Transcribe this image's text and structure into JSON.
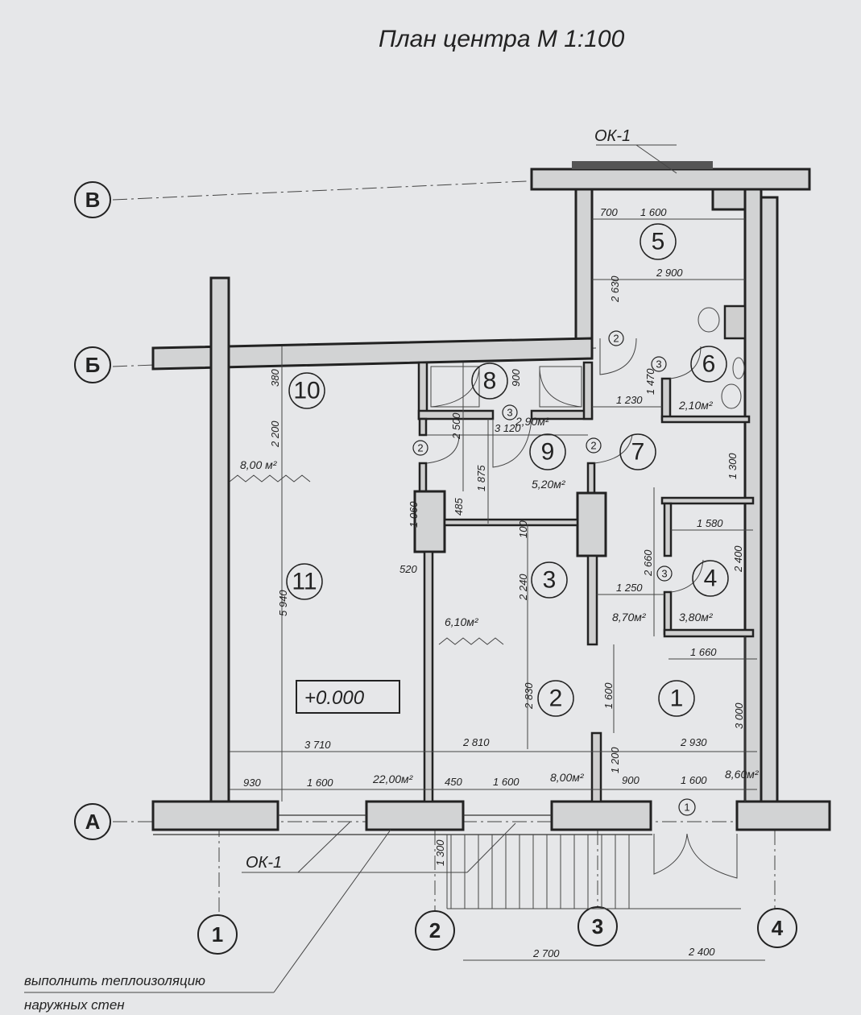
{
  "title": "План центра М 1:100",
  "window_mark": "ОК-1",
  "elevation": "+0.000",
  "note": [
    "выполнить теплоизоляцию",
    "наружных стен"
  ],
  "axes": {
    "rows": [
      "В",
      "Б",
      "А"
    ],
    "cols": [
      "1",
      "2",
      "3",
      "4"
    ]
  },
  "rooms": [
    "1",
    "2",
    "3",
    "4",
    "5",
    "6",
    "7",
    "8",
    "9",
    "10",
    "11"
  ],
  "areas": [
    "2,90м²",
    "2,10м²",
    "5,20м²",
    "8,00 м²",
    "6,10м²",
    "8,70м²",
    "3,80м²",
    "22,00м²",
    "8,00м²",
    "8,60м²"
  ],
  "doors": [
    "2",
    "3",
    "3",
    "2",
    "2",
    "3",
    "1"
  ],
  "dimensions": [
    "700",
    "1 600",
    "2 900",
    "1 230",
    "3 120",
    "1 580",
    "1 250",
    "1 660",
    "3 710",
    "2 810",
    "2 930",
    "930",
    "1 600",
    "450",
    "1 600",
    "900",
    "1 600",
    "520",
    "2 700",
    "2 400",
    "2 630",
    "1 470",
    "900",
    "1 300",
    "380",
    "2 200",
    "2 500",
    "1 875",
    "485",
    "1 060",
    "100",
    "2 240",
    "2 660",
    "2 400",
    "5 940",
    "2 830",
    "1 600",
    "3 000",
    "1 200",
    "1 300"
  ]
}
